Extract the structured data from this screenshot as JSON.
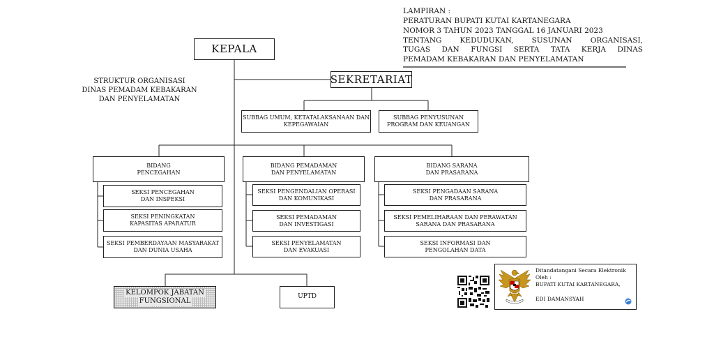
{
  "lampiran": {
    "lines": [
      "LAMPIRAN :",
      "PERATURAN  BUPATI  KUTAI KARTANEGARA",
      "NOMOR 3  TAHUN 2023 TANGGAL 16 JANUARI 2023",
      "TENTANG  KEDUDUKAN,  SUSUNAN  ORGANISASI,",
      "TUGAS DAN FUNGSI SERTA TATA KERJA DINAS",
      "PEMADAM KEBAKARAN DAN PENYELAMATAN"
    ]
  },
  "title": {
    "lines": [
      "STRUKTUR ORGANISASI",
      "DINAS PEMADAM KEBAKARAN",
      "DAN PENYELAMATAN"
    ]
  },
  "org": {
    "kepala": "KEPALA",
    "sekretariat": "SEKRETARIAT",
    "subbag_umum": [
      "SUBBAG UMUM, KETATALAKSANAAN DAN",
      "KEPEGAWAIAN"
    ],
    "subbag_penyusunan": [
      "SUBBAG PENYUSUNAN",
      "PROGRAM DAN KEUANGAN"
    ],
    "bidang_pencegahan": [
      "BIDANG",
      "PENCEGAHAN"
    ],
    "bidang_pemadaman": [
      "BIDANG PEMADAMAN",
      "DAN PENYELAMATAN"
    ],
    "bidang_sarana": [
      "BIDANG SARANA",
      "DAN PRASARANA"
    ],
    "seksi_pencegahan": [
      [
        "SEKSI PENCEGAHAN",
        "DAN INSPEKSI"
      ],
      [
        "SEKSI PENINGKATAN",
        "KAPASITAS APARATUR"
      ],
      [
        "SEKSI PEMBERDAYAAN MASYARAKAT",
        "DAN DUNIA USAHA"
      ]
    ],
    "seksi_pemadaman": [
      [
        "SEKSI PENGENDALIAN OPERASI",
        "DAN KOMUNIKASI"
      ],
      [
        "SEKSI PEMADAMAN",
        "DAN INVESTIGASI"
      ],
      [
        "SEKSI PENYELAMATAN",
        "DAN EVAKUASI"
      ]
    ],
    "seksi_sarana": [
      [
        "SEKSI PENGADAAN SARANA",
        "DAN PRASARANA"
      ],
      [
        "SEKSI PEMELIHARAAN DAN PERAWATAN",
        "SARANA DAN PRASARANA"
      ],
      [
        "SEKSI INFORMASI DAN",
        "PENGOLAHAN DATA"
      ]
    ],
    "kelompok": [
      "KELOMPOK JABATAN",
      "FUNGSIONAL"
    ],
    "uptd": "UPTD"
  },
  "signature": {
    "line1": "Ditandatangani Secara Elektronik Oleh :",
    "line2": "BUPATI KUTAI KARTANEGARA,",
    "name": "EDI DAMANSYAH"
  }
}
